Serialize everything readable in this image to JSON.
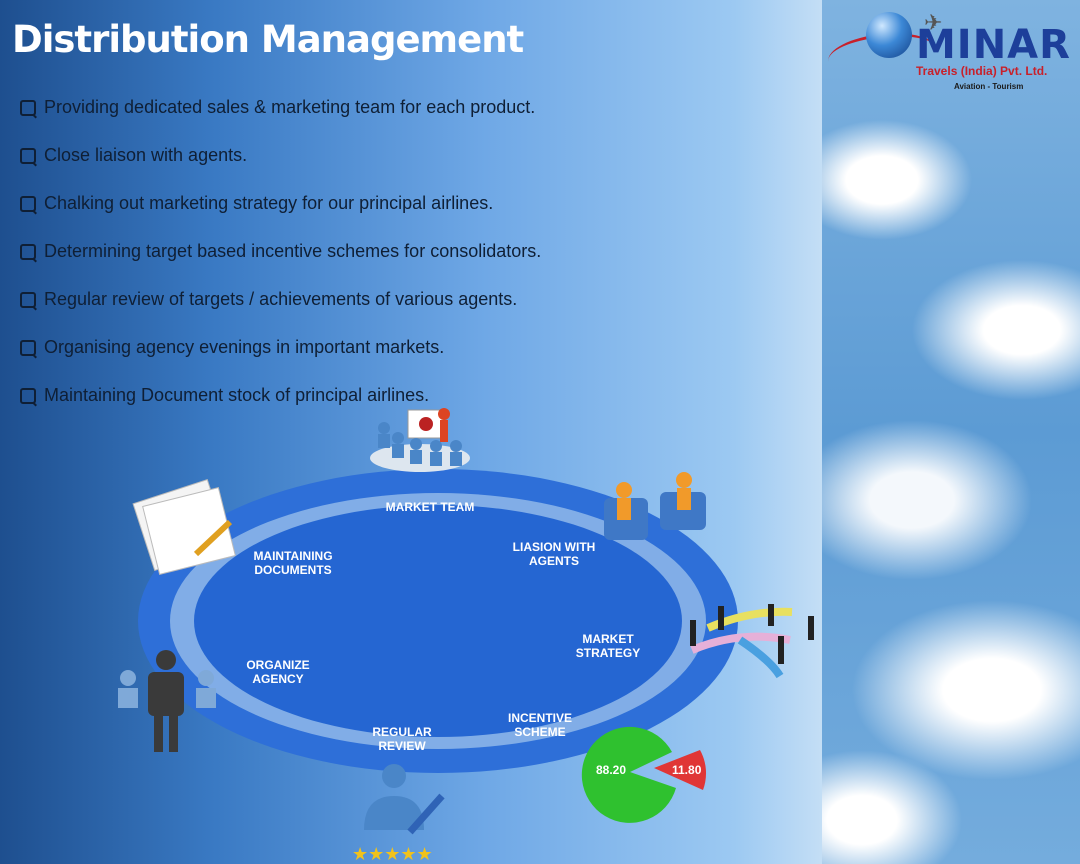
{
  "title": "Distribution Management",
  "bullets": [
    "Providing dedicated sales & marketing team for each product.",
    "Close liaison with agents.",
    "Chalking out marketing strategy for our principal airlines.",
    "Determining target based incentive schemes for consolidators.",
    "Regular review of targets / achievements of various agents.",
    "Organising agency evenings in important markets.",
    "Maintaining Document stock of principal airlines."
  ],
  "logo": {
    "wordmark": "MINAR",
    "subtitle": "Travels (India) Pvt. Ltd.",
    "tagline": "Aviation - Tourism"
  },
  "diagram": {
    "labels": {
      "market_team": "MARKET TEAM",
      "liaison_1": "LIASION WITH",
      "liaison_2": "AGENTS",
      "market_strategy_1": "MARKET",
      "market_strategy_2": "STRATEGY",
      "incentive_1": "INCENTIVE",
      "incentive_2": "SCHEME",
      "review_1": "REGULAR",
      "review_2": "REVIEW",
      "organize_1": "ORGANIZE",
      "organize_2": "AGENCY",
      "documents_1": "MAINTAINING",
      "documents_2": "DOCUMENTS"
    },
    "pie": {
      "large_value": "88.20",
      "small_value": "11.80"
    }
  },
  "colors": {
    "ellipse_outer": "#2e6fd8",
    "ellipse_inner": "#2566d2",
    "pie_green": "#2fc12f",
    "pie_red": "#e03636"
  }
}
